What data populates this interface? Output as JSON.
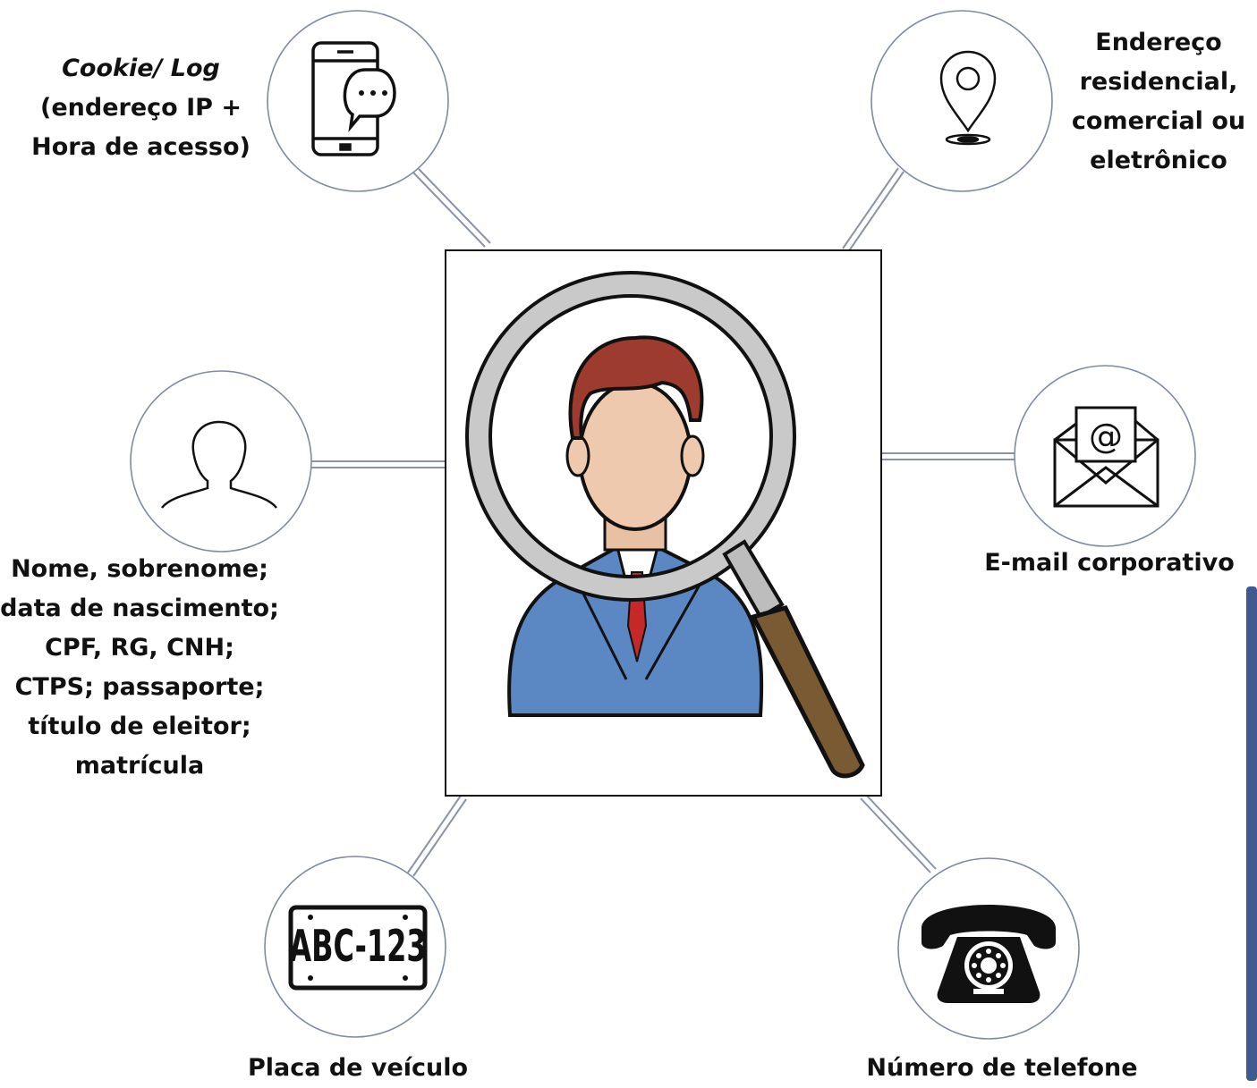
{
  "nodes": {
    "cookie": {
      "lines": [
        "Cookie/ Log",
        "(endereço IP +",
        "Hora de acesso)"
      ],
      "icon": "smartphone-chat-icon"
    },
    "endereco": {
      "lines": [
        "Endereço",
        "residencial,",
        "comercial ou",
        "eletrônico"
      ],
      "icon": "location-pin-icon"
    },
    "nome": {
      "lines": [
        "Nome, sobrenome;",
        "data de nascimento;",
        "CPF, RG, CNH;",
        "CTPS; passaporte;",
        "título de eleitor;",
        "matrícula"
      ],
      "icon": "person-outline-icon"
    },
    "email": {
      "lines": [
        "E-mail corporativo"
      ],
      "icon": "envelope-at-icon"
    },
    "placa": {
      "lines": [
        "Placa de veículo"
      ],
      "icon": "license-plate-icon",
      "plate_text": "ABC-123"
    },
    "telefone": {
      "lines": [
        "Número de telefone"
      ],
      "icon": "rotary-telephone-icon"
    }
  },
  "center": {
    "icon": "person-magnifying-glass-icon"
  },
  "colors": {
    "connector": "#8a93a8",
    "circle_stroke": "#7f8ba3",
    "frame": "#111111",
    "accent_bar": "#3f5a8f"
  }
}
